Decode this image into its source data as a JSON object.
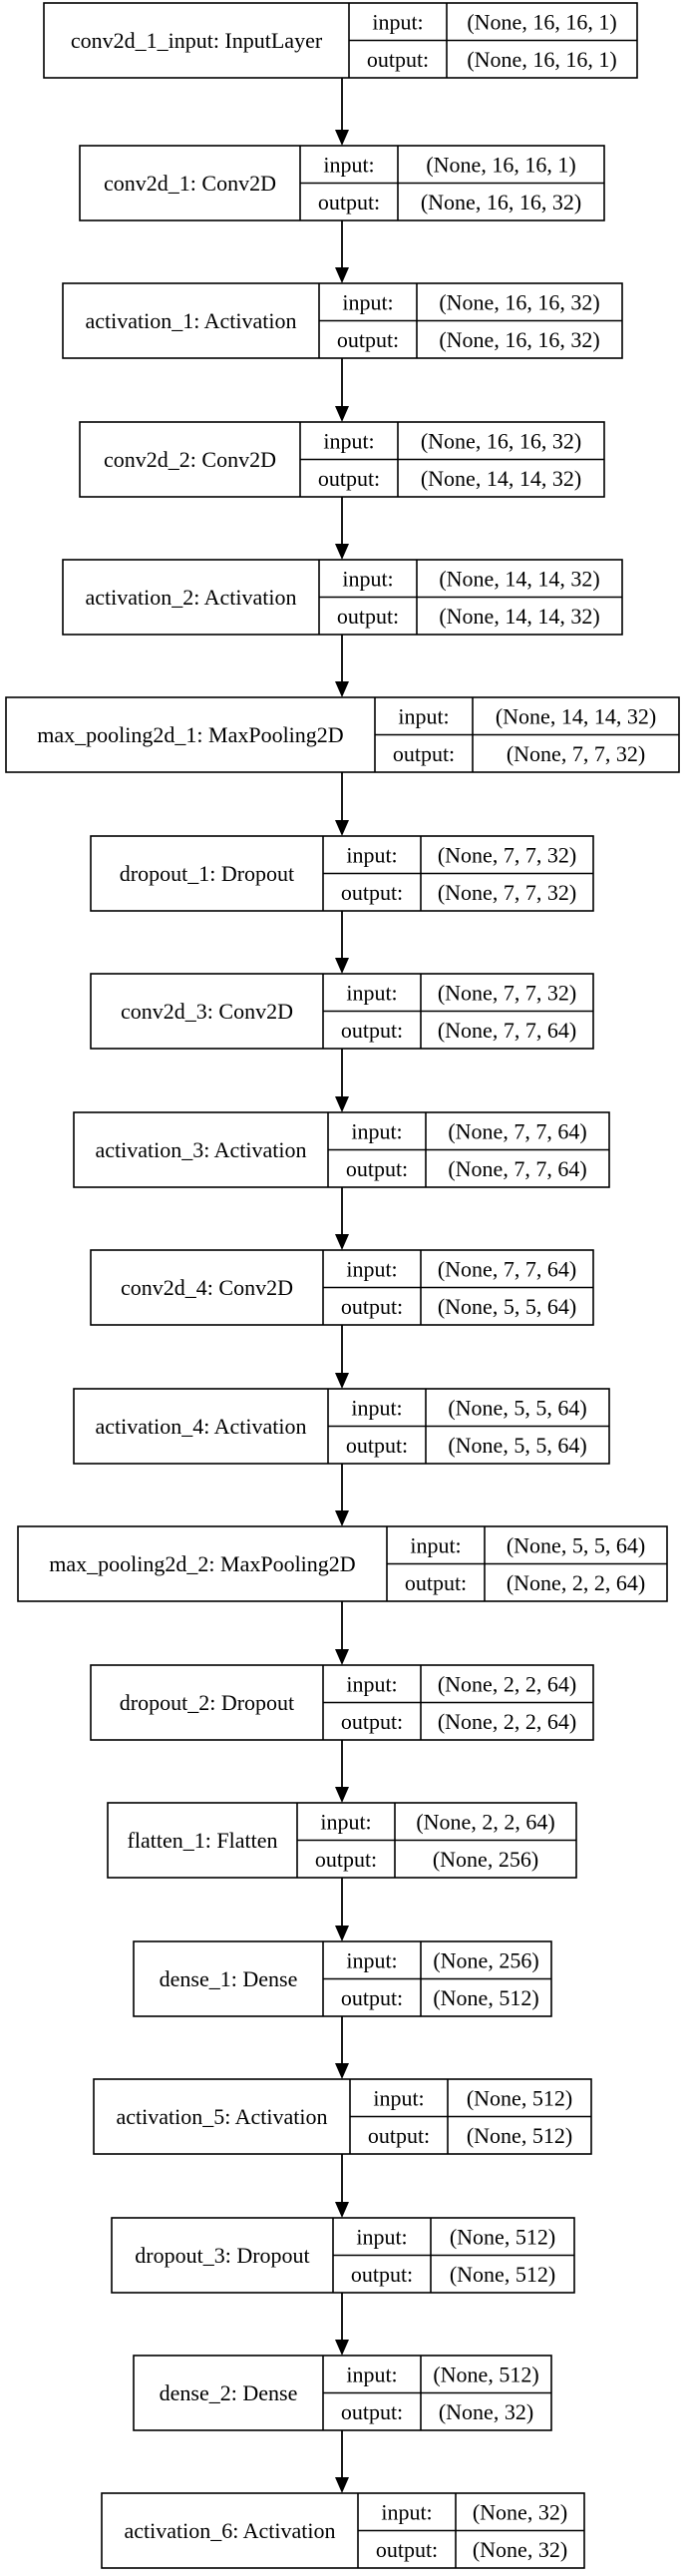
{
  "io_labels": {
    "input": "input:",
    "output": "output:"
  },
  "nodes": [
    {
      "name": "conv2d_1_input: InputLayer",
      "input": "(None, 16, 16, 1)",
      "output": "(None, 16, 16, 1)"
    },
    {
      "name": "conv2d_1: Conv2D",
      "input": "(None, 16, 16, 1)",
      "output": "(None, 16, 16, 32)"
    },
    {
      "name": "activation_1: Activation",
      "input": "(None, 16, 16, 32)",
      "output": "(None, 16, 16, 32)"
    },
    {
      "name": "conv2d_2: Conv2D",
      "input": "(None, 16, 16, 32)",
      "output": "(None, 14, 14, 32)"
    },
    {
      "name": "activation_2: Activation",
      "input": "(None, 14, 14, 32)",
      "output": "(None, 14, 14, 32)"
    },
    {
      "name": "max_pooling2d_1: MaxPooling2D",
      "input": "(None, 14, 14, 32)",
      "output": "(None, 7, 7, 32)"
    },
    {
      "name": "dropout_1: Dropout",
      "input": "(None, 7, 7, 32)",
      "output": "(None, 7, 7, 32)"
    },
    {
      "name": "conv2d_3: Conv2D",
      "input": "(None, 7, 7, 32)",
      "output": "(None, 7, 7, 64)"
    },
    {
      "name": "activation_3: Activation",
      "input": "(None, 7, 7, 64)",
      "output": "(None, 7, 7, 64)"
    },
    {
      "name": "conv2d_4: Conv2D",
      "input": "(None, 7, 7, 64)",
      "output": "(None, 5, 5, 64)"
    },
    {
      "name": "activation_4: Activation",
      "input": "(None, 5, 5, 64)",
      "output": "(None, 5, 5, 64)"
    },
    {
      "name": "max_pooling2d_2: MaxPooling2D",
      "input": "(None, 5, 5, 64)",
      "output": "(None, 2, 2, 64)"
    },
    {
      "name": "dropout_2: Dropout",
      "input": "(None, 2, 2, 64)",
      "output": "(None, 2, 2, 64)"
    },
    {
      "name": "flatten_1: Flatten",
      "input": "(None, 2, 2, 64)",
      "output": "(None, 256)"
    },
    {
      "name": "dense_1: Dense",
      "input": "(None, 256)",
      "output": "(None, 512)"
    },
    {
      "name": "activation_5: Activation",
      "input": "(None, 512)",
      "output": "(None, 512)"
    },
    {
      "name": "dropout_3: Dropout",
      "input": "(None, 512)",
      "output": "(None, 512)"
    },
    {
      "name": "dense_2: Dense",
      "input": "(None, 512)",
      "output": "(None, 32)"
    },
    {
      "name": "activation_6: Activation",
      "input": "(None, 32)",
      "output": "(None, 32)"
    }
  ]
}
